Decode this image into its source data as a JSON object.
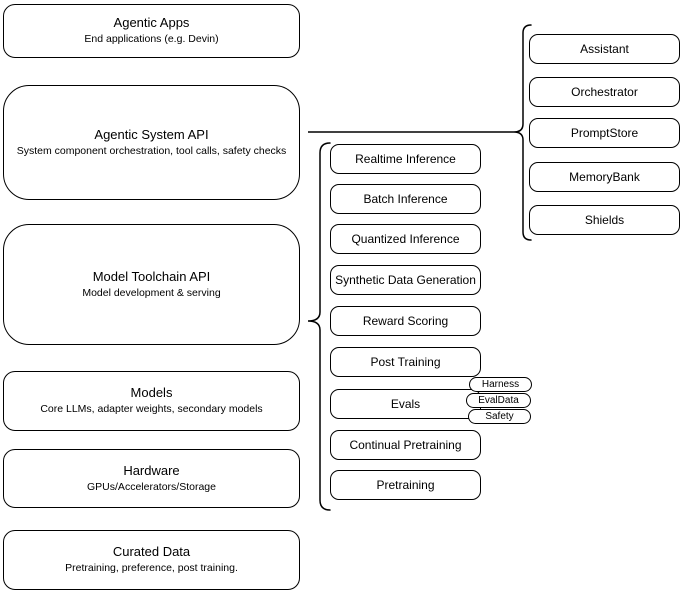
{
  "diagram": {
    "colors": {
      "stroke": "#000000",
      "fill": "#ffffff"
    },
    "layers": [
      {
        "title": "Agentic Apps",
        "subtitle": "End applications (e.g. Devin)"
      },
      {
        "title": "Agentic System API",
        "subtitle": "System component orchestration, tool calls, safety checks"
      },
      {
        "title": "Model Toolchain API",
        "subtitle": "Model development & serving"
      },
      {
        "title": "Models",
        "subtitle": "Core LLMs, adapter weights, secondary models"
      },
      {
        "title": "Hardware",
        "subtitle": "GPUs/Accelerators/Storage"
      },
      {
        "title": "Curated Data",
        "subtitle": "Pretraining, preference, post training."
      }
    ],
    "toolchain": {
      "items": [
        "Realtime Inference",
        "Batch Inference",
        "Quantized Inference",
        "Synthetic Data Generation",
        "Reward Scoring",
        "Post Training",
        "Evals",
        "Continual Pretraining",
        "Pretraining"
      ],
      "evals_tags": [
        "Harness",
        "EvalData",
        "Safety"
      ]
    },
    "system_components": [
      "Assistant",
      "Orchestrator",
      "PromptStore",
      "MemoryBank",
      "Shields"
    ]
  }
}
